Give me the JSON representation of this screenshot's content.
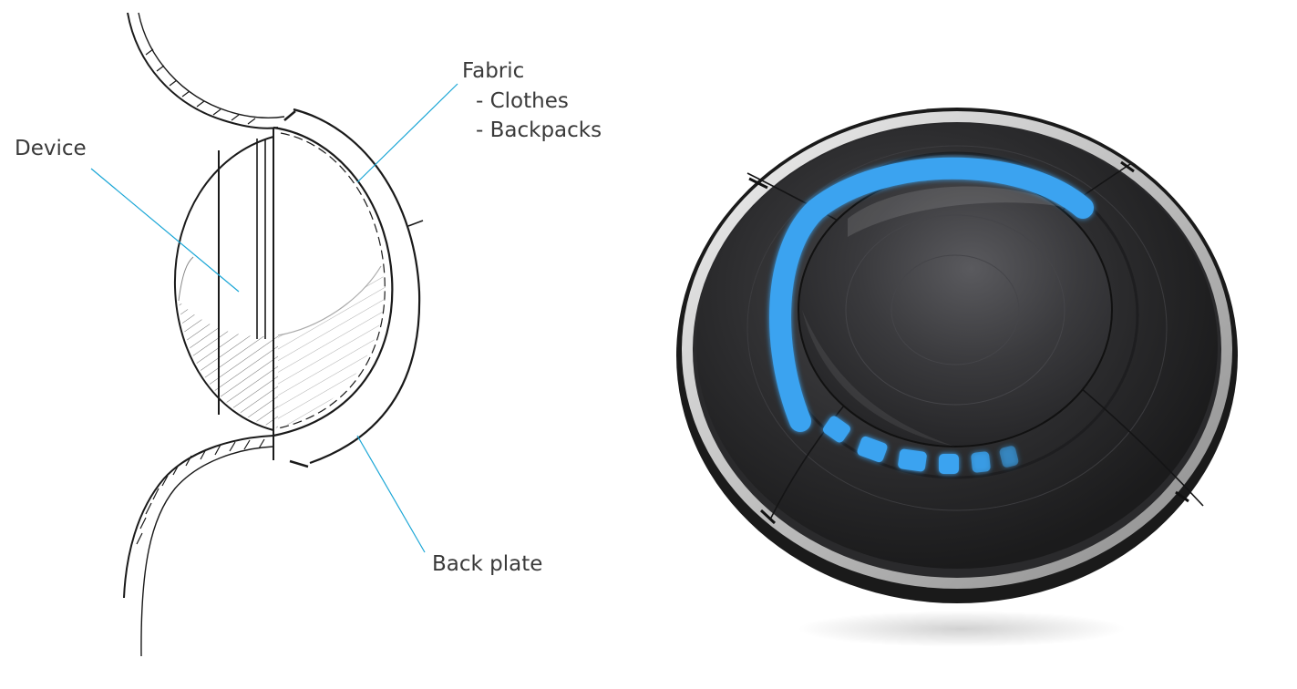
{
  "labels": {
    "device": "Device",
    "fabric": "Fabric",
    "fabric_items": [
      "- Clothes",
      "- Backpacks"
    ],
    "back_plate": "Back plate"
  },
  "colors": {
    "leader_line": "#1aa6d6",
    "sketch_ink": "#1a1a1a",
    "device_body": "#2b2b2d",
    "led_blue": "#3aa3f0",
    "rim_silver": "#d9d9d9"
  },
  "led_ring": {
    "continuous_arc_fraction": 0.55,
    "segment_count": 6
  }
}
